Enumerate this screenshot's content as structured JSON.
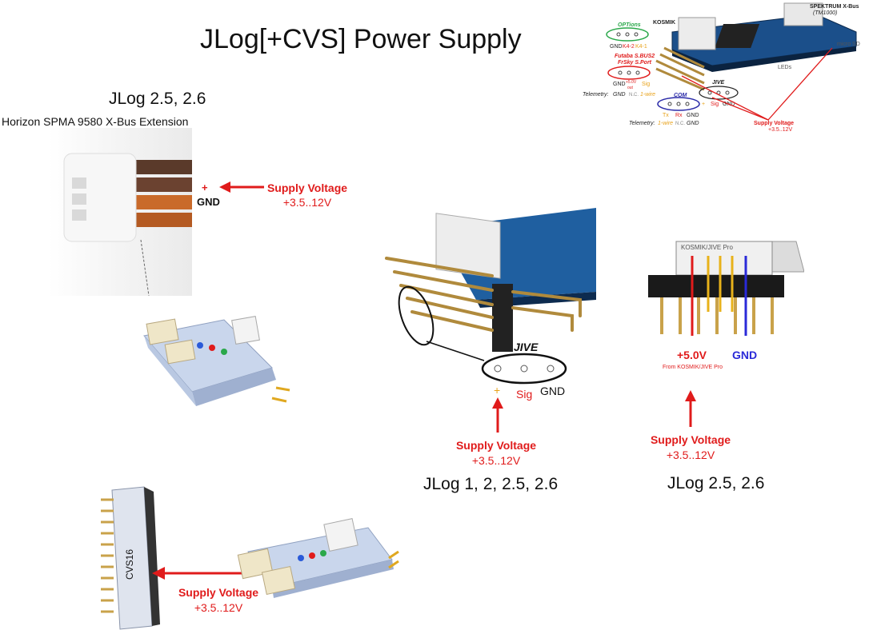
{
  "title": "JLog[+CVS] Power Supply",
  "sections": {
    "xbus": {
      "heading": "JLog 2.5, 2.6",
      "caption": "Horizon SPMA 9580 X-Bus Extension",
      "plus": "+",
      "gnd": "GND",
      "supply_label": "Supply Voltage",
      "supply_range": "+3.5..12V"
    },
    "jive": {
      "heading": "JIVE",
      "plus": "+",
      "sig": "Sig",
      "gnd": "GND",
      "supply_label": "Supply Voltage",
      "supply_range": "+3.5..12V",
      "caption": "JLog 1, 2, 2.5, 2.6"
    },
    "kosmik": {
      "header_label": "KOSMIK/JIVE Pro",
      "v5": "+5.0V",
      "from": "From KOSMIK/JIVE Pro",
      "gnd": "GND",
      "supply_label": "Supply Voltage",
      "supply_range": "+3.5..12V",
      "caption": "JLog 2.5, 2.6"
    },
    "cvs": {
      "device_label": "CVS16",
      "supply_label": "Supply Voltage",
      "supply_range": "+3.5..12V"
    }
  },
  "overview": {
    "spektrum": "SPEKTRUM X-Bus",
    "tm": "(TM1000)",
    "kosmik": "KOSMIK",
    "options": "OPTions",
    "gnd_k42": "GND",
    "k42": "K4-2",
    "k41": "K4-1",
    "futaba": "Futaba S.BUS2",
    "frsky": "FrSky S.Port",
    "row_gnd": "GND",
    "row_5v": "+5.0V",
    "row_out": "out",
    "row_sig": "Sig",
    "tel1_label": "Telemetry:",
    "tel1_gnd": "GND",
    "tel1_nc": "N.C.",
    "tel1_wire": "1-wire",
    "com": "COM",
    "com_tx": "Tx",
    "com_rx": "Rx",
    "com_gnd": "GND",
    "tel2_label": "Telemetry:",
    "tel2_wire": "1-wire",
    "tel2_nc": "N.C.",
    "tel2_gnd": "GND",
    "jive": "JIVE",
    "jive_plus": "+",
    "jive_sig": "Sig",
    "jive_gnd": "GND",
    "microsd": "micro SD",
    "leds": "LEDs",
    "supply_label": "Supply Voltage",
    "supply_range": "+3.5..12V"
  }
}
